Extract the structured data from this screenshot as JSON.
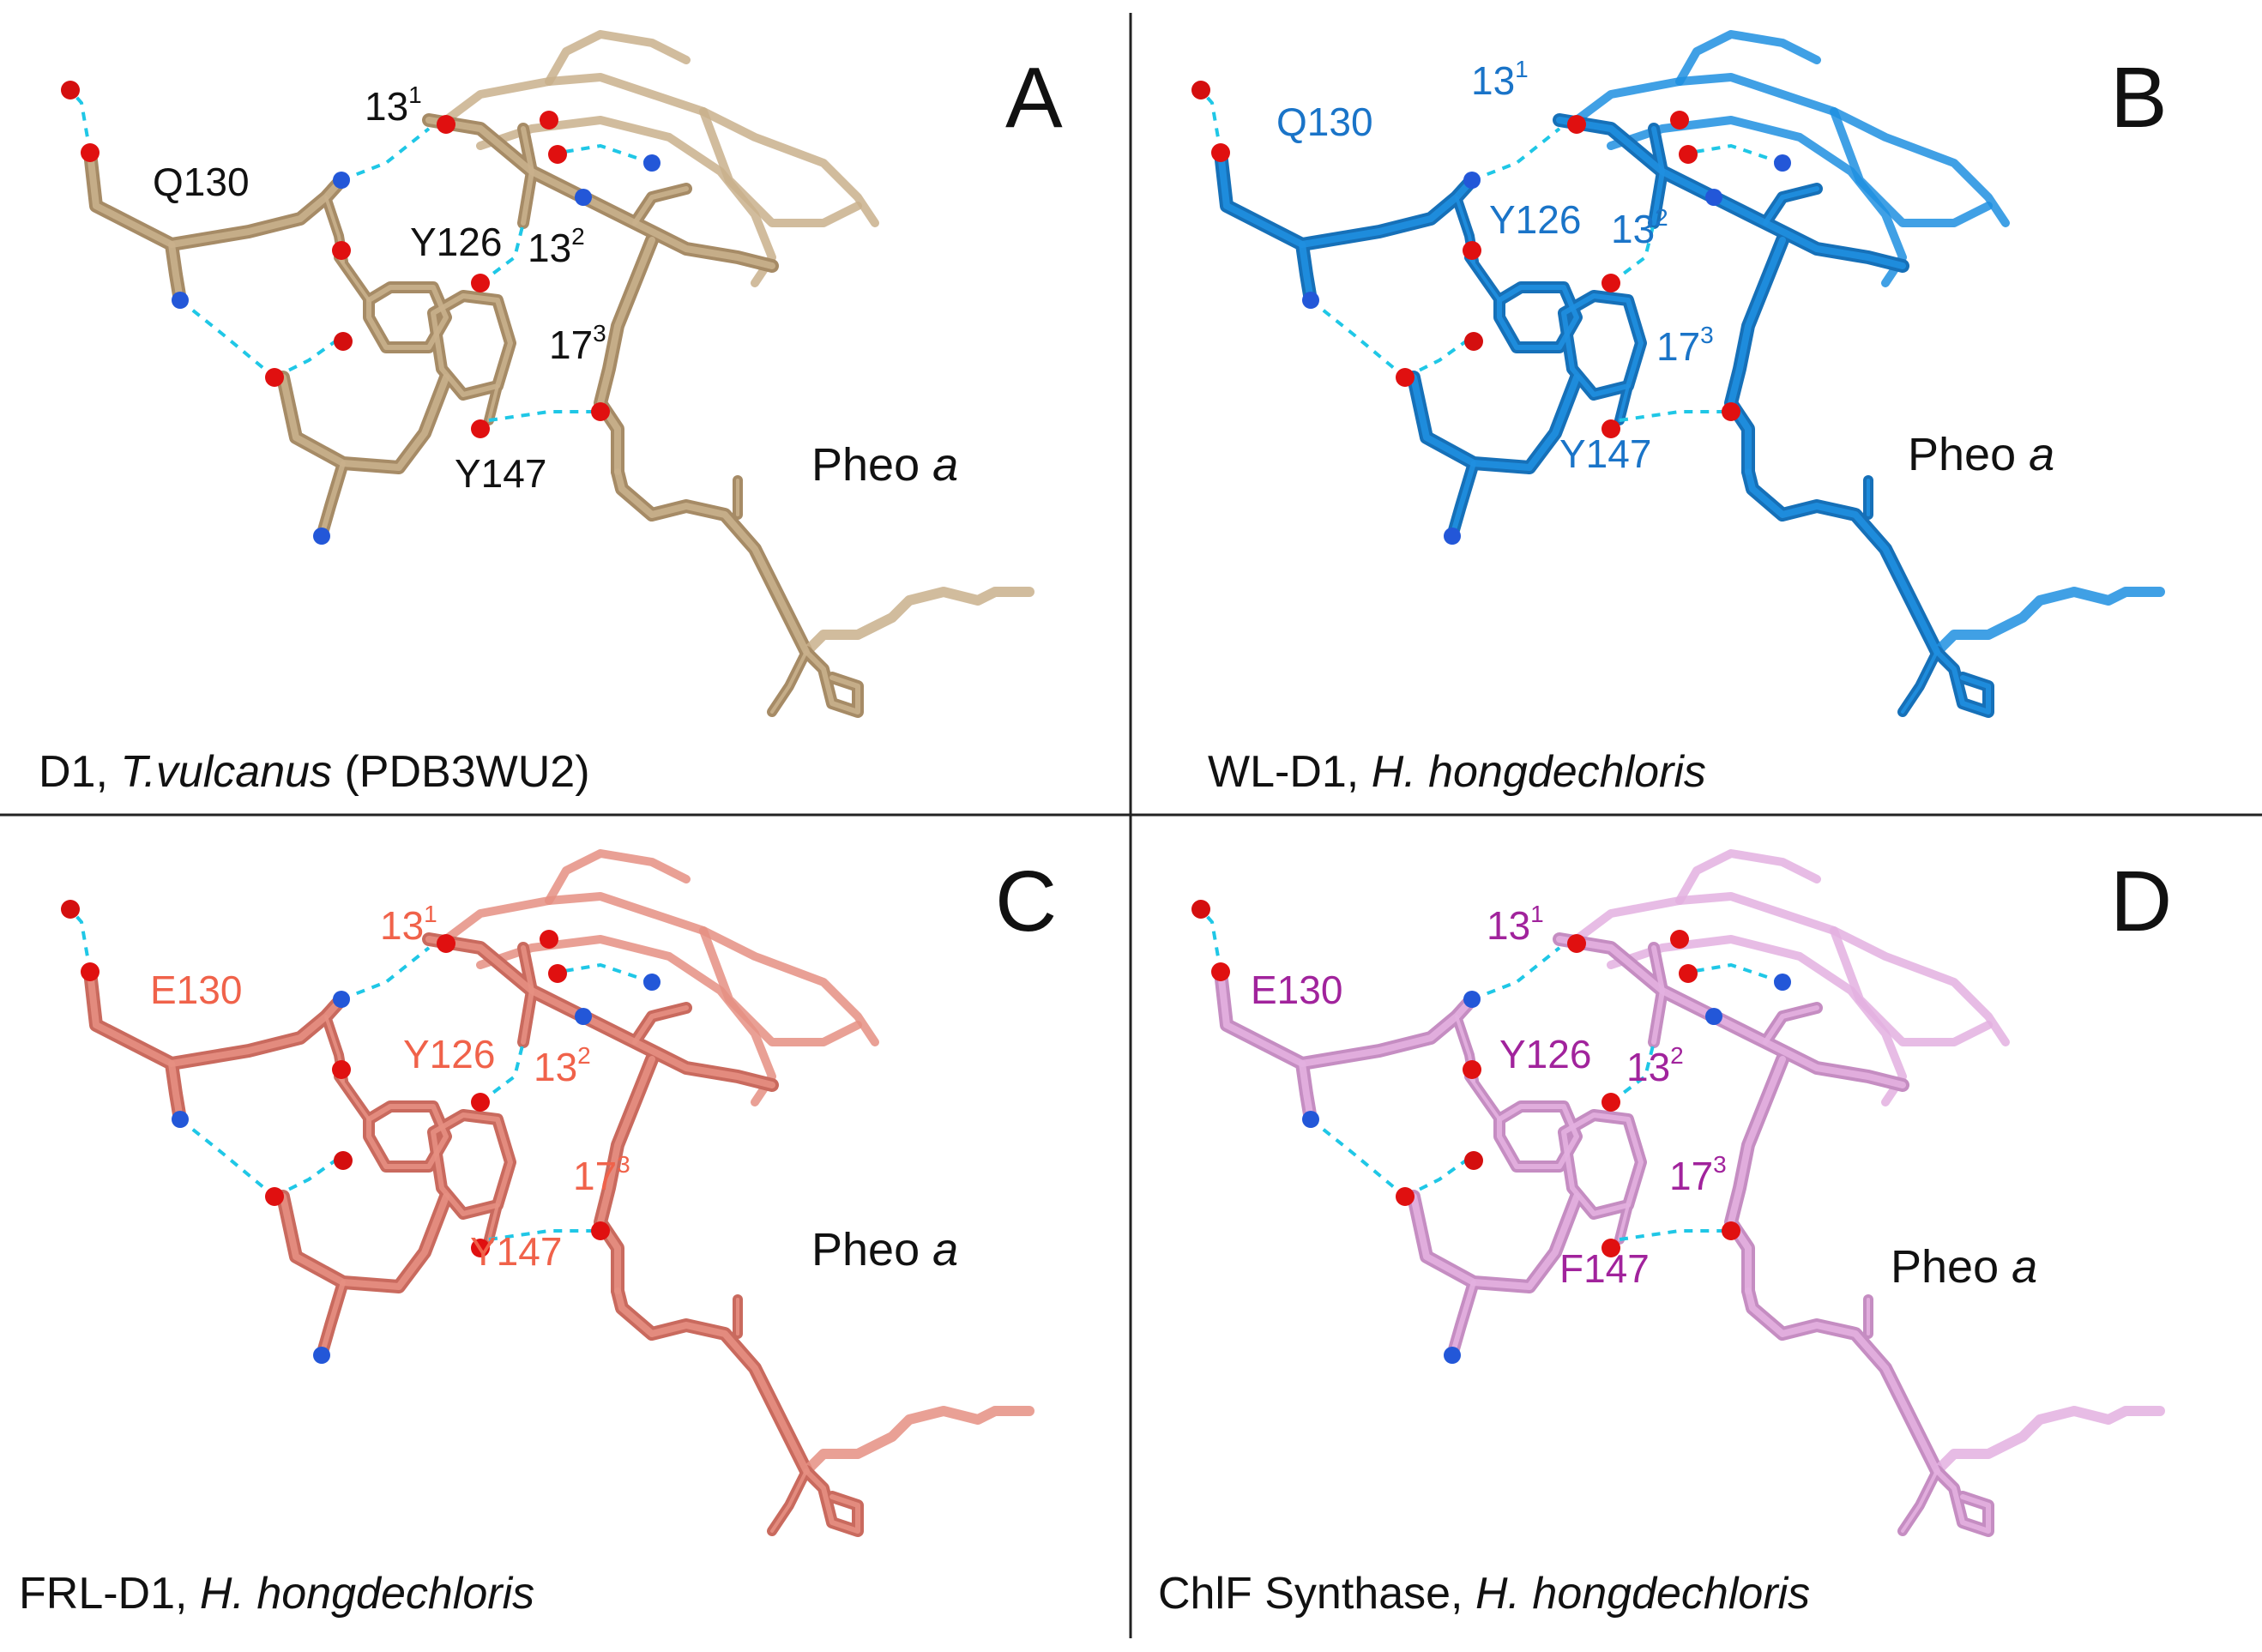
{
  "panels": [
    {
      "letter": "A",
      "caption_prefix": "D1, ",
      "caption_species": "T.vulcanus",
      "caption_suffix": " (PDB3WU2)",
      "residue_130": "Q130",
      "residue_126": "Y126",
      "residue_147": "Y147",
      "atom_131": "13",
      "atom_131_sup": "1",
      "atom_132": "13",
      "atom_132_sup": "2",
      "atom_173": "17",
      "atom_173_sup": "3",
      "pheo_label": "Pheo ",
      "pheo_italic": "a",
      "colors": {
        "stick": "#c9b08c",
        "stick_dark": "#a68b66",
        "label": "#111111"
      }
    },
    {
      "letter": "B",
      "caption_prefix": "WL-D1, ",
      "caption_species": "H. hongdechloris",
      "caption_suffix": "",
      "residue_130": "Q130",
      "residue_126": "Y126",
      "residue_147": "Y147",
      "atom_131": "13",
      "atom_131_sup": "1",
      "atom_132": "13",
      "atom_132_sup": "2",
      "atom_173": "17",
      "atom_173_sup": "3",
      "pheo_label": "Pheo ",
      "pheo_italic": "a",
      "colors": {
        "stick": "#1f8fe0",
        "stick_dark": "#1670b8",
        "label": "#1a74c8"
      }
    },
    {
      "letter": "C",
      "caption_prefix": "FRL-D1, ",
      "caption_species": "H. hongdechloris",
      "caption_suffix": "",
      "residue_130": "E130",
      "residue_126": "Y126",
      "residue_147": "Y147",
      "atom_131": "13",
      "atom_131_sup": "1",
      "atom_132": "13",
      "atom_132_sup": "2",
      "atom_173": "17",
      "atom_173_sup": "3",
      "pheo_label": "Pheo ",
      "pheo_italic": "a",
      "colors": {
        "stick": "#e58f82",
        "stick_dark": "#c96a5e",
        "label": "#f0624a"
      }
    },
    {
      "letter": "D",
      "caption_prefix": "ChlF Synthase, ",
      "caption_species": "H. hongdechloris",
      "caption_suffix": "",
      "residue_130": "E130",
      "residue_126": "Y126",
      "residue_147": "F147",
      "atom_131": "13",
      "atom_131_sup": "1",
      "atom_132": "13",
      "atom_132_sup": "2",
      "atom_173": "17",
      "atom_173_sup": "3",
      "pheo_label": "Pheo ",
      "pheo_italic": "a",
      "colors": {
        "stick": "#e3b0e0",
        "stick_dark": "#c58dc2",
        "label": "#a1239c"
      }
    }
  ]
}
